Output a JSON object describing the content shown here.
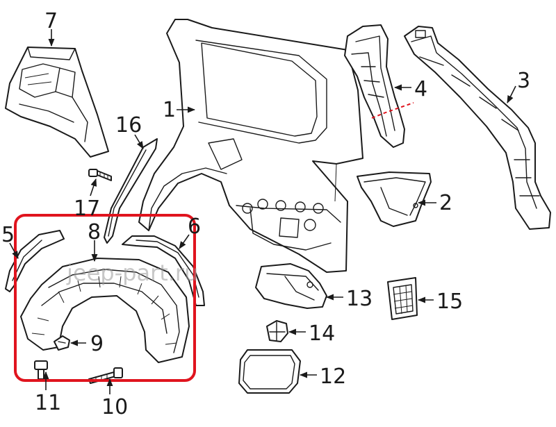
{
  "diagram": {
    "watermark": "jeep-part.ru",
    "highlight_color": "#e0141e",
    "cut_line_color": "#e0141e",
    "callouts": {
      "c1": "1",
      "c2": "2",
      "c3": "3",
      "c4": "4",
      "c5": "5",
      "c6": "6",
      "c7": "7",
      "c8": "8",
      "c9": "9",
      "c10": "10",
      "c11": "11",
      "c12": "12",
      "c13": "13",
      "c14": "14",
      "c15": "15",
      "c16": "16",
      "c17": "17"
    }
  }
}
